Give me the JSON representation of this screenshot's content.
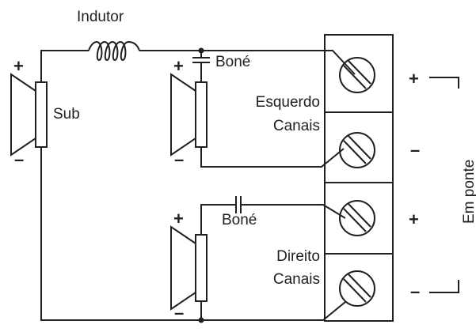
{
  "labels": {
    "inductor": "Indutor",
    "sub": "Sub",
    "cap_top": "Boné",
    "cap_bottom": "Boné",
    "left_channel": "Esquerdo",
    "left_channel_sub": "Canais",
    "right_channel": "Direito",
    "right_channel_sub": "Canais",
    "bridged": "Em ponte"
  },
  "polarity": {
    "plus": "+",
    "minus": "–"
  },
  "terminals": [
    {
      "sign": "+"
    },
    {
      "sign": "–"
    },
    {
      "sign": "+"
    },
    {
      "sign": "–"
    }
  ],
  "speakers": [
    {
      "label": "Sub",
      "plus": "+",
      "minus": "–"
    },
    {
      "label": "",
      "plus": "+",
      "minus": "–"
    },
    {
      "label": "",
      "plus": "+",
      "minus": "–"
    }
  ]
}
